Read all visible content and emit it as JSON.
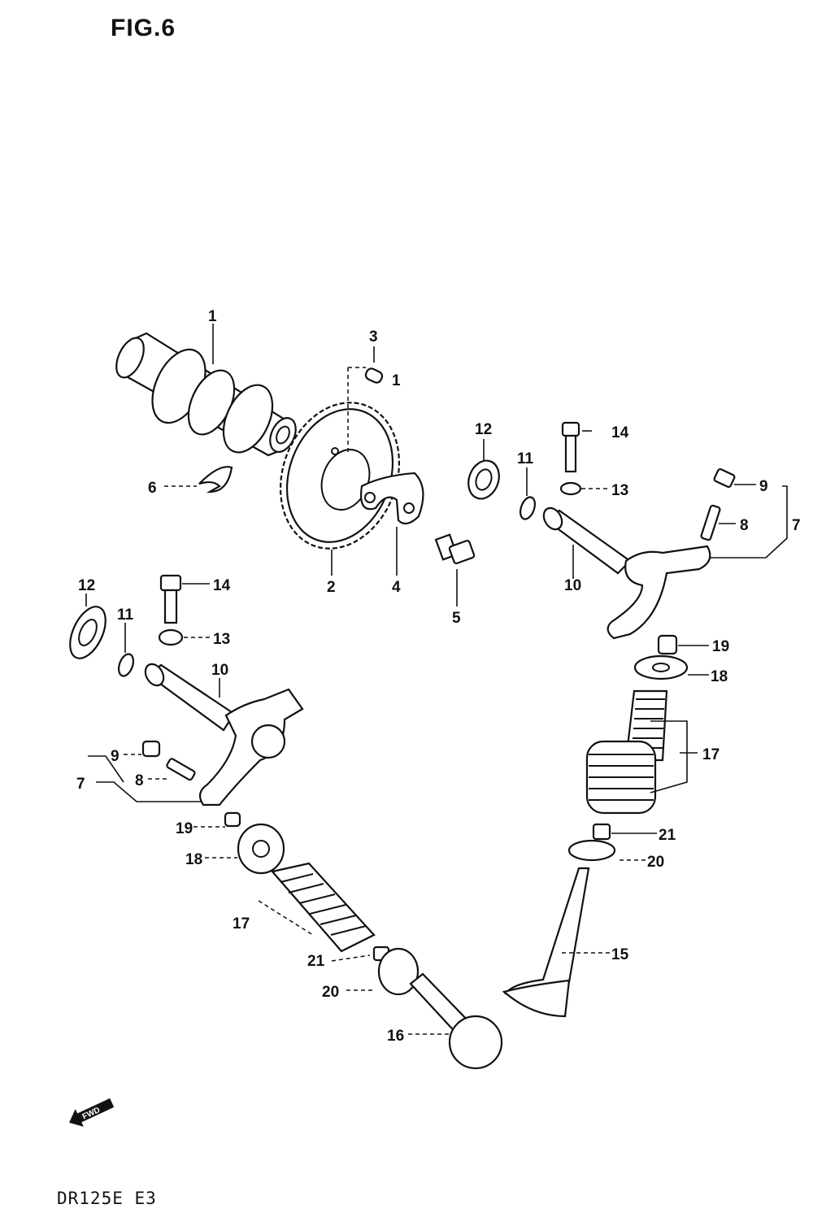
{
  "figure": {
    "title": "FIG.6"
  },
  "model_code": "DR125E E3",
  "fwd_arrow": {
    "label": "FWD"
  },
  "callouts": {
    "c1": "1",
    "c2": "2",
    "c3": "3",
    "c3b": "1",
    "c4": "4",
    "c5": "5",
    "c6": "6",
    "r7": "7",
    "r8": "8",
    "r9": "9",
    "r10": "10",
    "r11": "11",
    "r12": "12",
    "r13": "13",
    "r14": "14",
    "r15": "15",
    "r17": "17",
    "r18": "18",
    "r19": "19",
    "r20": "20",
    "r21": "21",
    "l7": "7",
    "l8": "8",
    "l9": "9",
    "l10": "10",
    "l11": "11",
    "l12": "12",
    "l13": "13",
    "l14": "14",
    "l16": "16",
    "l17": "17",
    "l18": "18",
    "l19": "19",
    "l20": "20",
    "l21": "21"
  }
}
